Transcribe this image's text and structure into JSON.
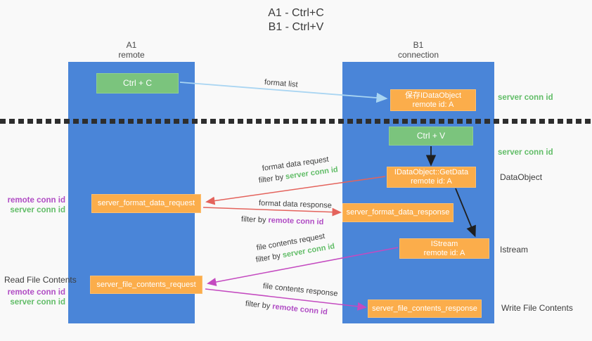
{
  "title": {
    "line1": "A1 - Ctrl+C",
    "line2": "B1 - Ctrl+V"
  },
  "columns": {
    "left": {
      "name": "A1",
      "role": "remote"
    },
    "right": {
      "name": "B1",
      "role": "connection"
    }
  },
  "boxes": {
    "ctrl_c": {
      "label": "Ctrl + C"
    },
    "save_idataobject": {
      "line1": "保存IDataObject",
      "line2": "remote id: A"
    },
    "ctrl_v": {
      "label": "Ctrl + V"
    },
    "getdata": {
      "line1": "IDataObject::GetData",
      "line2": "remote id: A"
    },
    "format_request": {
      "label": "server_format_data_request"
    },
    "format_response": {
      "label": "server_format_data_response"
    },
    "istream": {
      "line1": "IStream",
      "line2": "remote id: A"
    },
    "file_request": {
      "label": "server_file_contents_request"
    },
    "file_response": {
      "label": "server_file_contents_response"
    }
  },
  "arrow_labels": {
    "format_list": "format list",
    "format_data_request": "format data request",
    "format_data_response": "format data response",
    "file_contents_request": "file contents request",
    "file_contents_response": "file contents response",
    "filter_by": "filter by",
    "server_conn_id": "server conn id",
    "remote_conn_id": "remote conn id"
  },
  "side_labels": {
    "server_conn_id_top": "server conn id",
    "server_conn_id_mid": "server conn id",
    "dataobject": "DataObject",
    "istream": "Istream",
    "write_file_contents": "Write File Contents",
    "read_file_contents": "Read File Contents",
    "remote_conn_id": "remote conn id",
    "server_conn_id": "server conn id"
  },
  "colors": {
    "column_blue": "#4a85d8",
    "box_green": "#7bc47d",
    "box_orange": "#fbad4b",
    "arrow_light_blue": "#a9d5f2",
    "arrow_red": "#e4635c",
    "arrow_magenta": "#c44ac0",
    "arrow_black": "#1f1f1f",
    "text_green": "#62bd68",
    "text_purple": "#b04cc4"
  }
}
